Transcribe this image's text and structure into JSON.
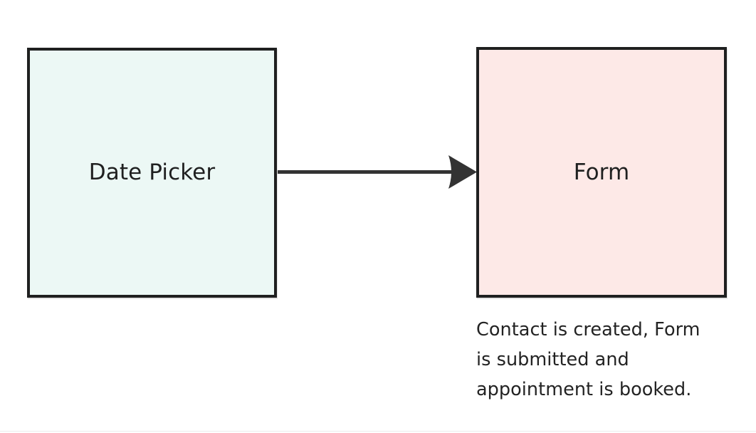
{
  "diagram": {
    "type": "flowchart",
    "direction": "left-to-right",
    "background_color": "#ffffff",
    "nodes": [
      {
        "id": "date-picker",
        "label": "Date Picker",
        "shape": "rectangle",
        "fill_color": "#ecf8f5",
        "border_color": "#1f2020",
        "text_color": "#1f2020"
      },
      {
        "id": "form",
        "label": "Form",
        "shape": "rectangle",
        "fill_color": "#fde9e7",
        "border_color": "#1f2020",
        "text_color": "#1f2020"
      }
    ],
    "edges": [
      {
        "id": "date-picker-to-form",
        "from": "date-picker",
        "to": "form",
        "label": "",
        "style": "solid",
        "arrowhead": "filled-triangle",
        "color": "#333333"
      }
    ],
    "captions": [
      {
        "id": "form-caption",
        "attached_to": "form",
        "text": "Contact is created, Form is submitted and appointment is booked.",
        "lines": [
          "Contact is created, Form",
          "is submitted and",
          "appointment is booked."
        ],
        "text_color": "#232323"
      }
    ]
  }
}
